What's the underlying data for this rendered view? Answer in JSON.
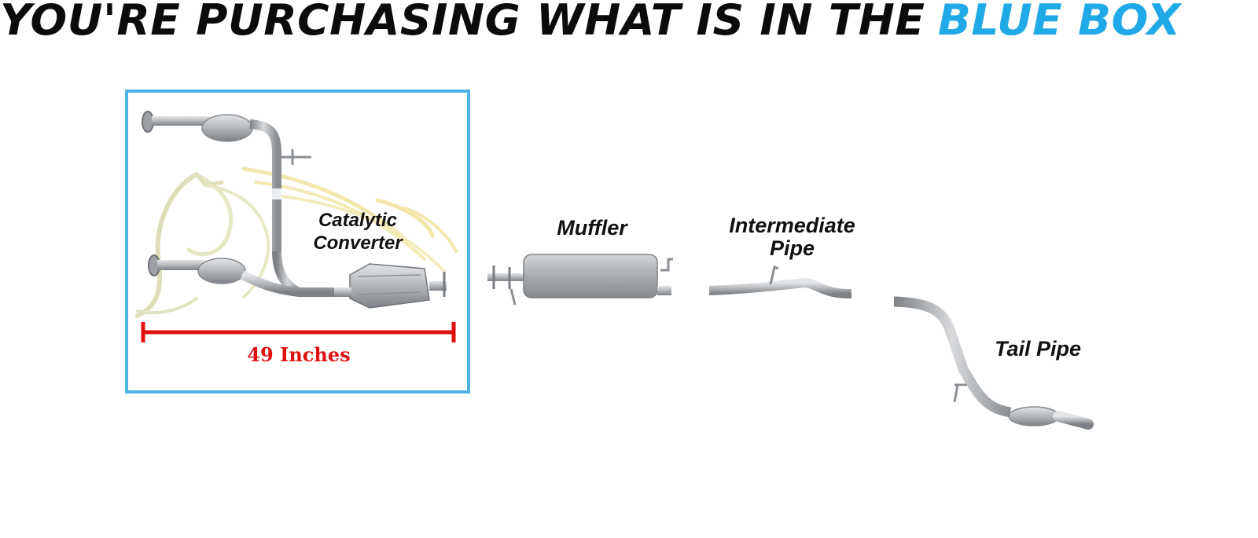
{
  "headline": {
    "black_text": "YOU'RE PURCHASING WHAT IS IN THE",
    "blue_text": "BLUE BOX"
  },
  "labels": {
    "catalytic_line1": "Catalytic",
    "catalytic_line2": "Converter",
    "muffler": "Muffler",
    "intermediate_line1": "Intermediate",
    "intermediate_line2": "Pipe",
    "tail_pipe": "Tail Pipe"
  },
  "measurement": "49 Inches",
  "colors": {
    "headline_blue": "#1fa9e6",
    "box_border": "#4db3e6",
    "measure_red": "#e01010",
    "pipe_metal": "#b7babd"
  },
  "icons": [
    "horse-head-watermark",
    "exhaust-pipe",
    "catalytic-converter",
    "muffler",
    "tail-pipe"
  ]
}
